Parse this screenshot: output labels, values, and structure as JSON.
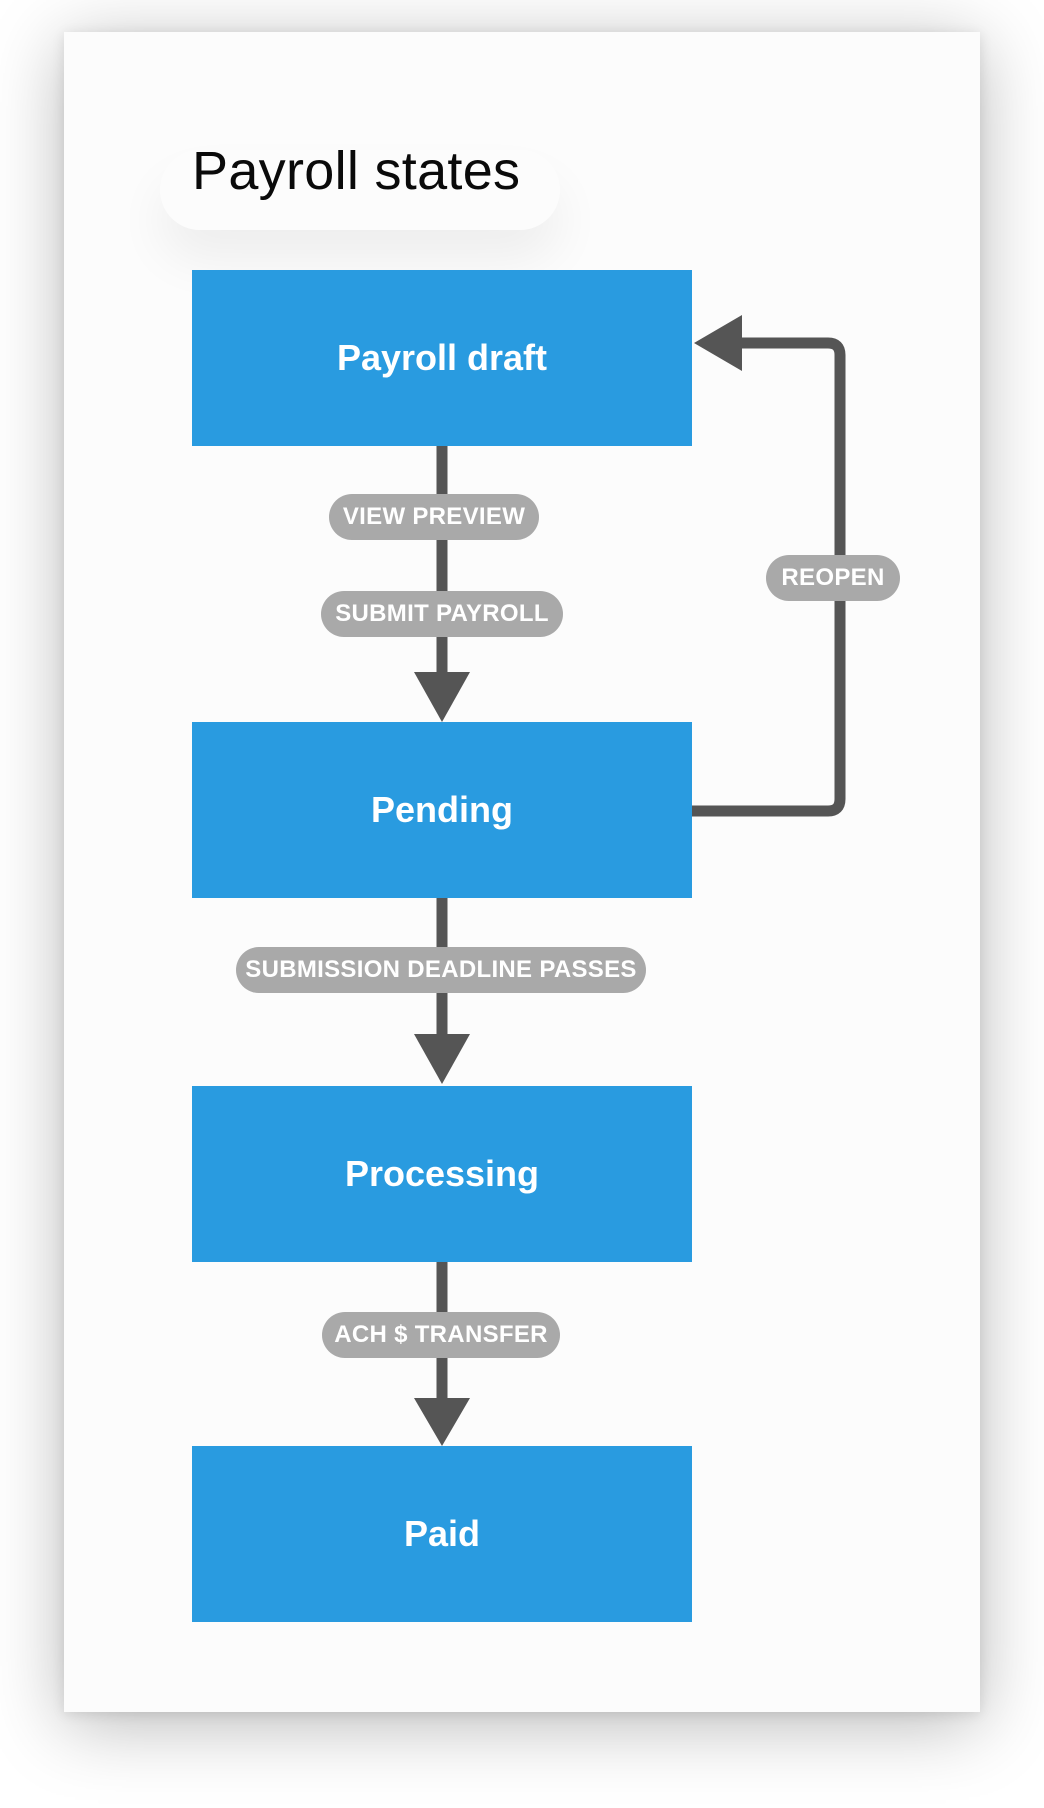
{
  "diagram": {
    "title": "Payroll states",
    "states": [
      {
        "id": "draft",
        "label": "Payroll draft"
      },
      {
        "id": "pending",
        "label": "Pending"
      },
      {
        "id": "processing",
        "label": "Processing"
      },
      {
        "id": "paid",
        "label": "Paid"
      }
    ],
    "transitions": [
      {
        "from": "draft",
        "to": "pending",
        "labels": [
          "VIEW PREVIEW",
          "SUBMIT PAYROLL"
        ]
      },
      {
        "from": "pending",
        "to": "draft",
        "labels": [
          "REOPEN"
        ]
      },
      {
        "from": "pending",
        "to": "processing",
        "labels": [
          "SUBMISSION DEADLINE PASSES"
        ]
      },
      {
        "from": "processing",
        "to": "paid",
        "labels": [
          "ACH $ TRANSFER"
        ]
      }
    ]
  },
  "colors": {
    "state_fill": "#299be0",
    "state_text": "#ffffff",
    "connector": "#555555",
    "pill_fill": "#a9a9a9",
    "pill_text": "#ffffff",
    "title_text": "#0a0a0a"
  }
}
